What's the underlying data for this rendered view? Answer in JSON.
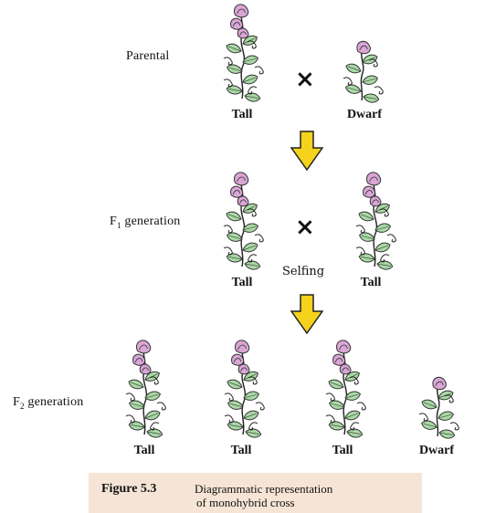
{
  "generations": {
    "parental": {
      "label": "Parental",
      "cross_symbol": "×"
    },
    "f1": {
      "label": "F",
      "subscript": "1",
      "suffix": " generation",
      "cross_symbol": "×",
      "note": "Selfing"
    },
    "f2": {
      "label": "F",
      "subscript": "2",
      "suffix": " generation"
    }
  },
  "plants": {
    "parental": [
      "Tall",
      "Dwarf"
    ],
    "f1": [
      "Tall",
      "Tall"
    ],
    "f2": [
      "Tall",
      "Tall",
      "Tall",
      "Dwarf"
    ]
  },
  "caption": {
    "figure": "Figure 5.3",
    "line1": "Diagrammatic representation",
    "line2": "of monohybrid cross"
  },
  "colors": {
    "flower": "#d9a6d6",
    "leaf": "#a9d8a4",
    "arrow": "#f5d21b",
    "caption_bg": "#f6e5d6"
  }
}
